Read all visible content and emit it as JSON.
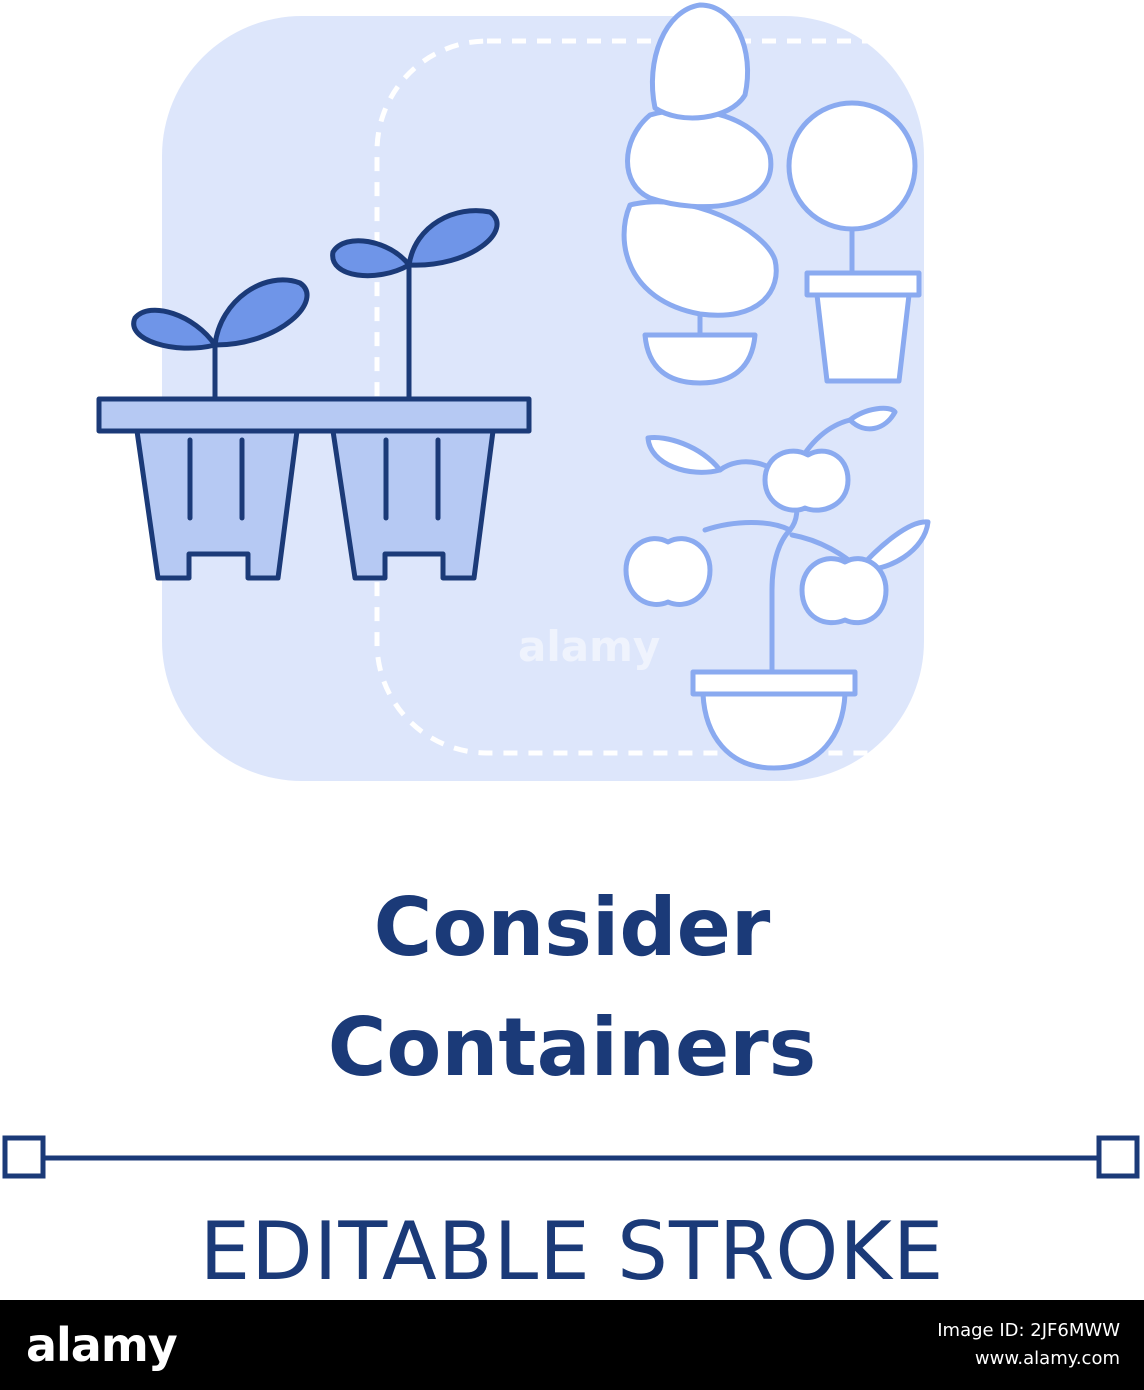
{
  "illustration": {
    "title_line1": "Consider",
    "title_line2": "Containers",
    "caption": "EDITABLE STROKE",
    "colors": {
      "background_tile": "#dde6fb",
      "dark_stroke": "#1b3a78",
      "light_stroke": "#8aaaf0",
      "leaf_fill": "#6f95e8",
      "tray_fill": "#b6c9f3"
    },
    "icons": [
      "seedling-tray-icon",
      "spiral-topiary-icon",
      "ball-topiary-icon",
      "apple-tree-icon"
    ]
  },
  "watermark": {
    "text": "alamy"
  },
  "footer": {
    "brand": "alamy",
    "image_id_label": "Image ID: 2JF6MWW",
    "url": "www.alamy.com"
  }
}
